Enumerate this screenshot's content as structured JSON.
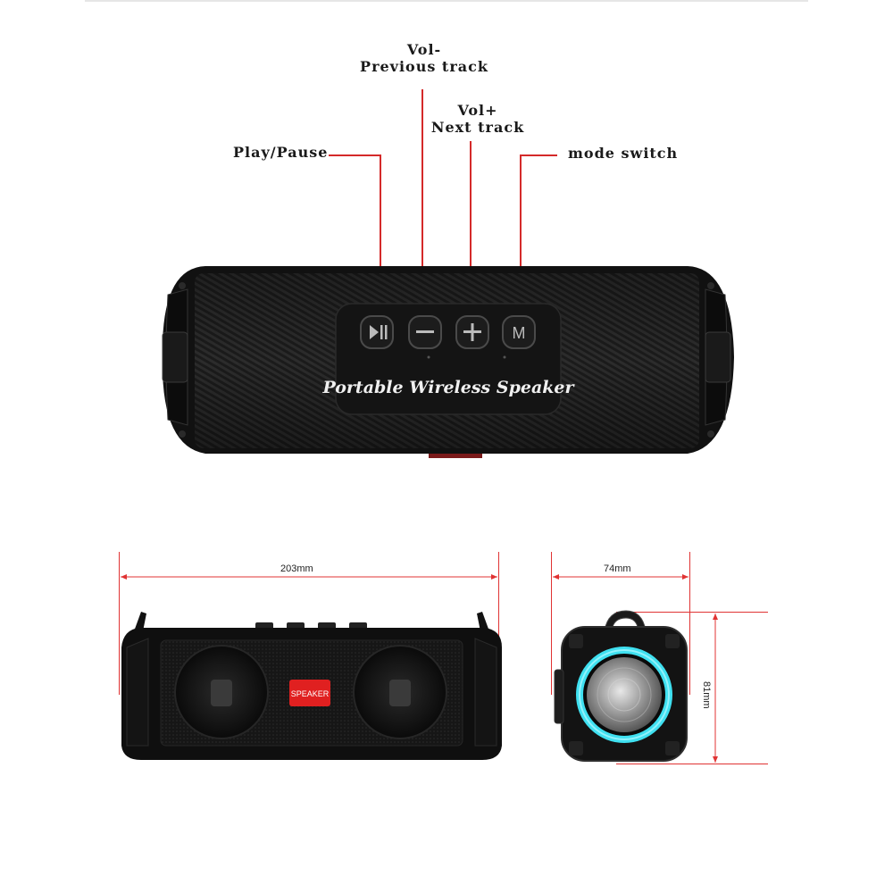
{
  "callouts": {
    "vol_minus": {
      "line1": "Vol-",
      "line2": "Previous track"
    },
    "vol_plus": {
      "line1": "Vol+",
      "line2": "Next track"
    },
    "play_pause": "Play/Pause",
    "mode_switch": "mode switch"
  },
  "speaker_top": {
    "brand_text": "Portable Wireless Speaker",
    "buttons": [
      "play-pause",
      "minus",
      "plus",
      "M"
    ],
    "mode_button_label": "M"
  },
  "speaker_front": {
    "badge_label": "SPEAKER"
  },
  "dimensions": {
    "width": "203mm",
    "depth": "74mm",
    "height": "81mm"
  },
  "colors": {
    "leader_line": "#d42a2a",
    "dimension_line": "#e03333",
    "body": "#141414",
    "badge": "#e02020",
    "ring_glow": "#3fe0f0"
  }
}
